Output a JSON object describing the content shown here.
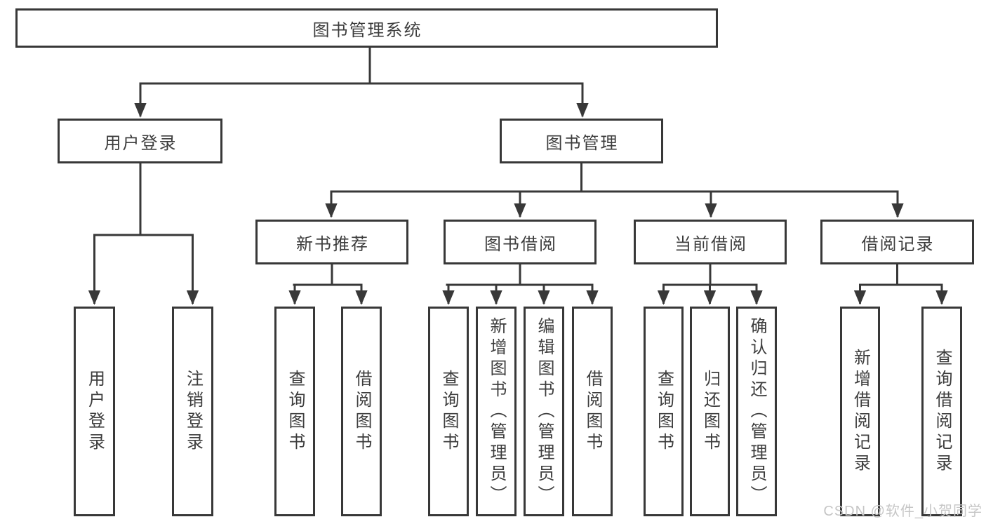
{
  "colors": {
    "line": "#383838",
    "box_border": "#383838",
    "text": "#3d3d3d",
    "watermark": "#c6c6c6",
    "background": "#ffffff"
  },
  "watermark": {
    "text": "CSDN @软件_小贺同学"
  },
  "diagram": {
    "type": "hierarchy-tree",
    "root": {
      "label": "图书管理系统"
    },
    "level1": [
      {
        "label": "用户登录"
      },
      {
        "label": "图书管理"
      }
    ],
    "level2": [
      {
        "label": "新书推荐"
      },
      {
        "label": "图书借阅"
      },
      {
        "label": "当前借阅"
      },
      {
        "label": "借阅记录"
      }
    ],
    "leaves": {
      "user_login": [
        {
          "label": "用户登录"
        },
        {
          "label": "注销登录"
        }
      ],
      "new_book_recommend": [
        {
          "label": "查询图书"
        },
        {
          "label": "借阅图书"
        }
      ],
      "book_borrowing": [
        {
          "label": "查询图书"
        },
        {
          "label": "新增图书（管理员）"
        },
        {
          "label": "编辑图书（管理员）"
        },
        {
          "label": "借阅图书"
        }
      ],
      "current_borrowing": [
        {
          "label": "查询图书"
        },
        {
          "label": "归还图书"
        },
        {
          "label": "确认归还（管理员）"
        }
      ],
      "borrowing_records": [
        {
          "label": "新增借阅记录"
        },
        {
          "label": "查询借阅记录"
        }
      ]
    }
  }
}
